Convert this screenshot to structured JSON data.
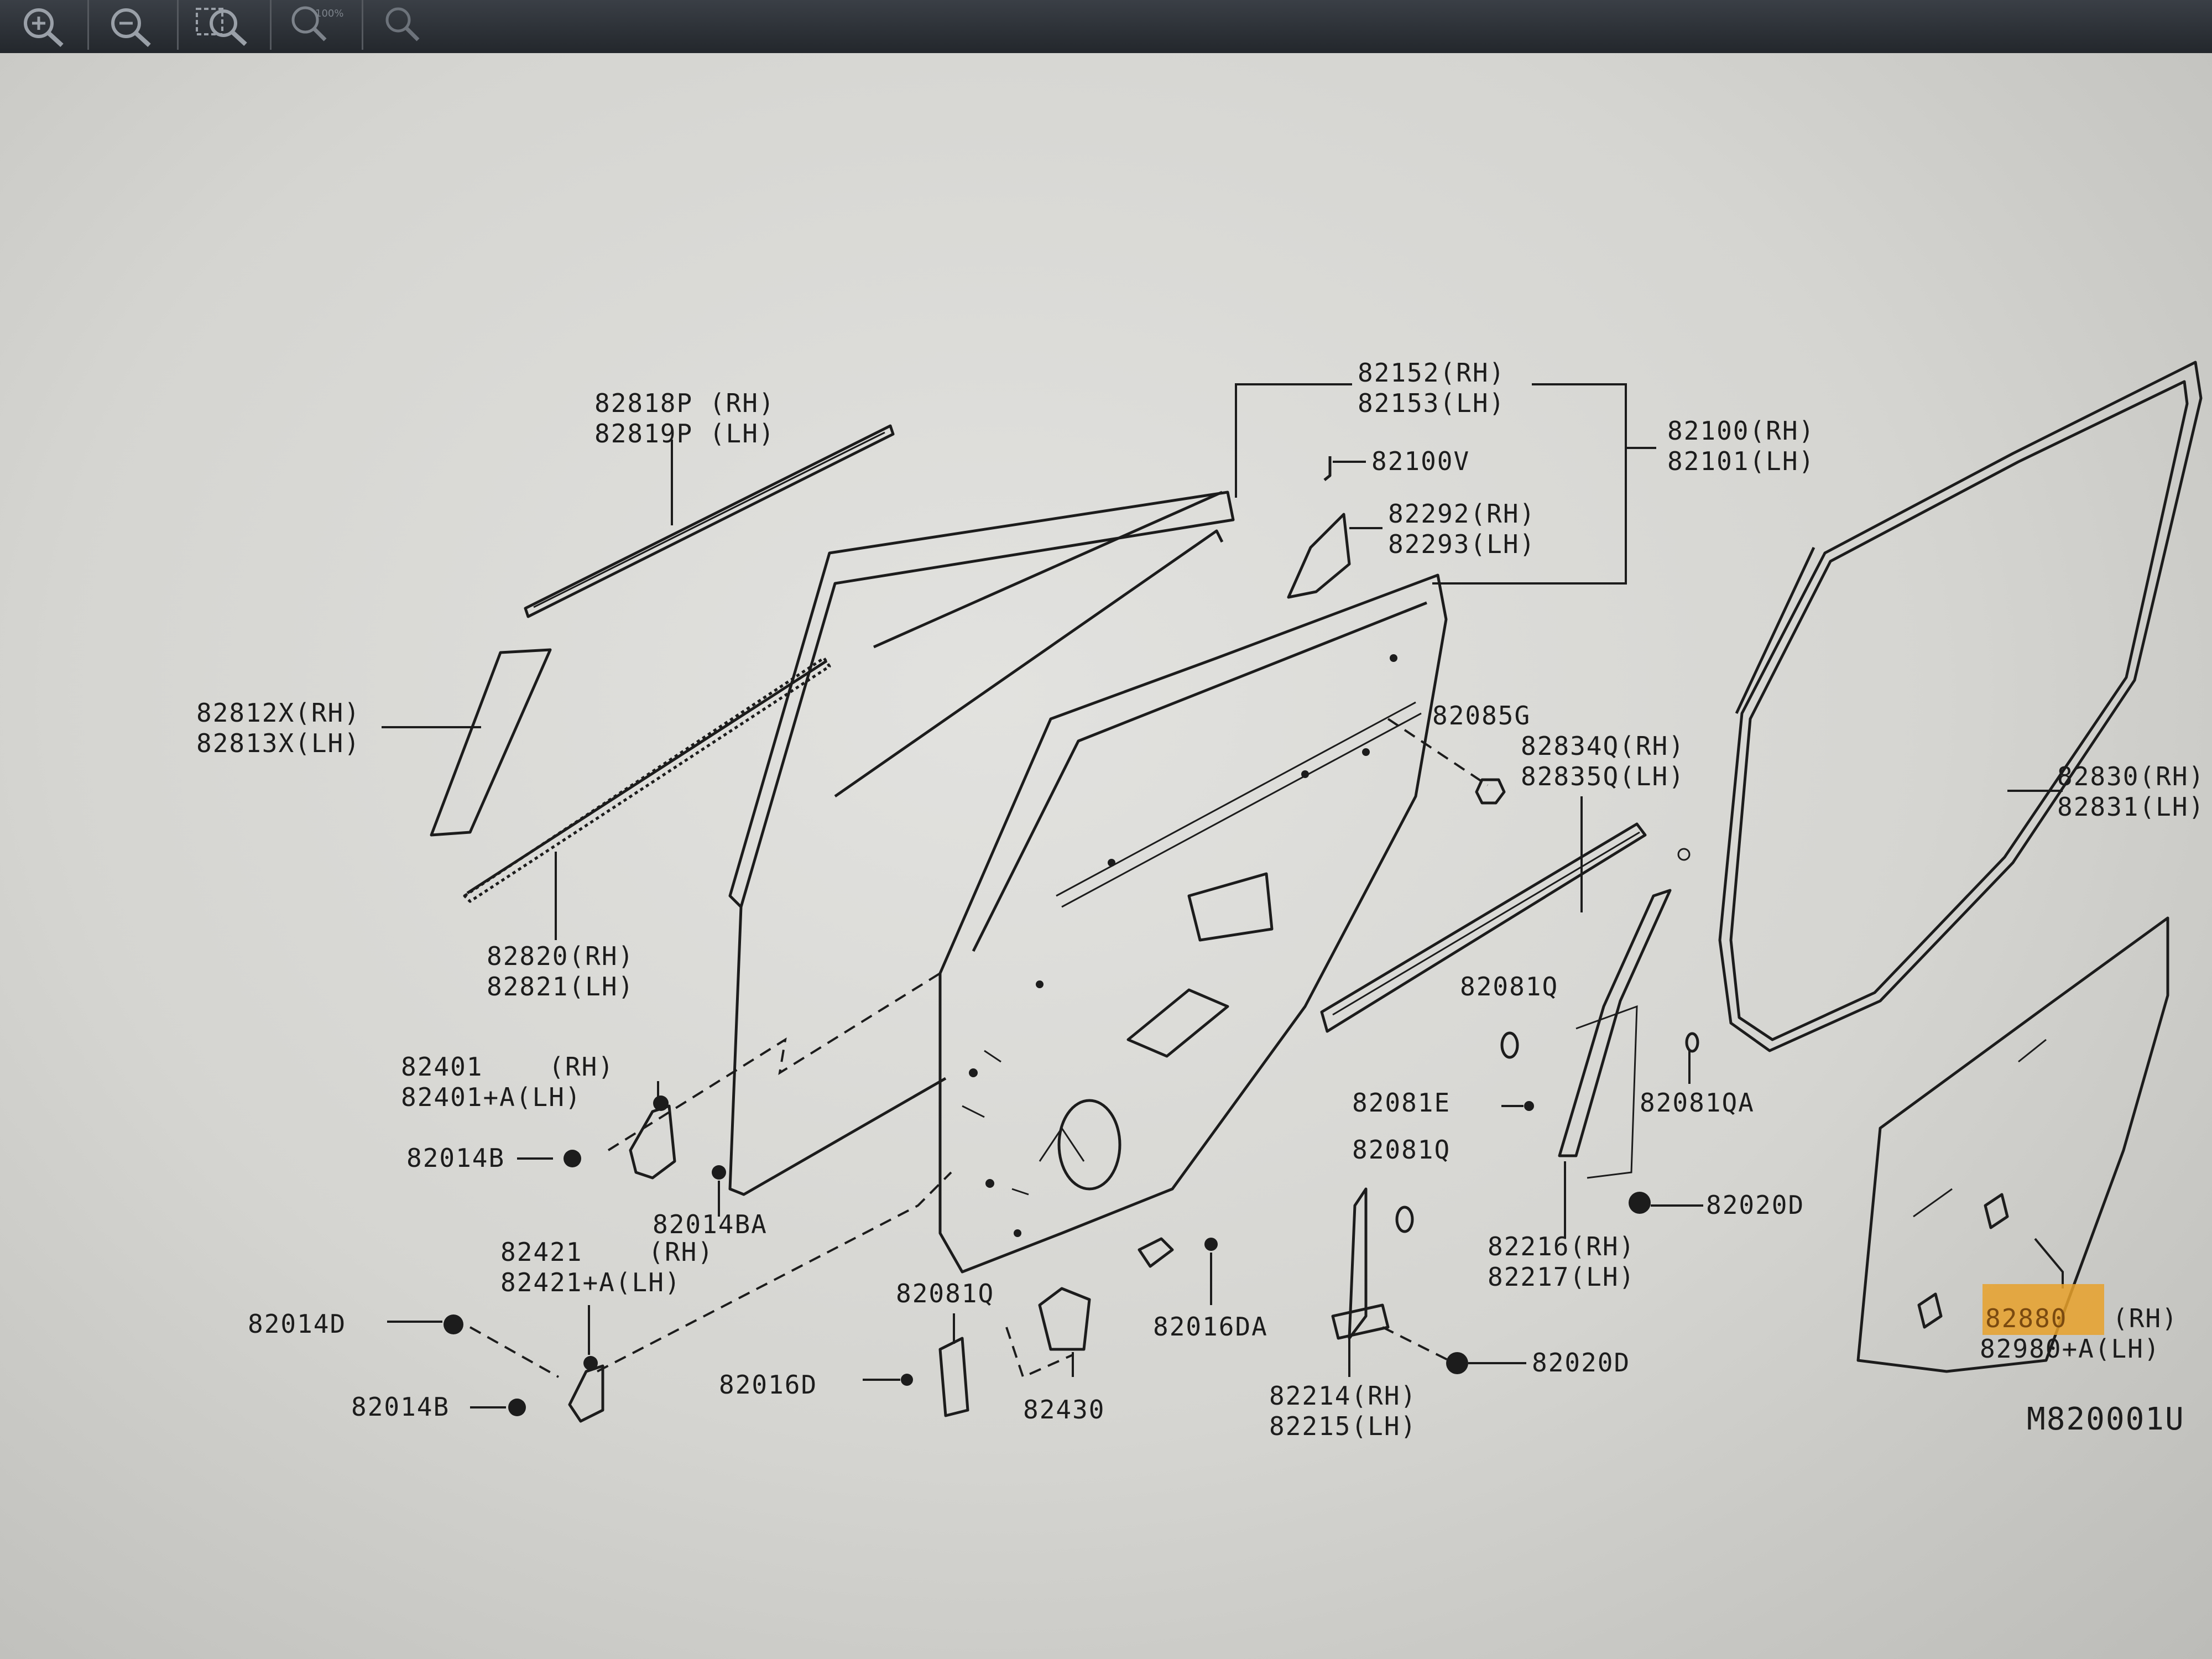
{
  "toolbar": {
    "buttons": [
      {
        "name": "zoom-in-button",
        "icon": "zoom-in-icon"
      },
      {
        "name": "zoom-out-button",
        "icon": "zoom-out-icon"
      },
      {
        "name": "zoom-region-button",
        "icon": "zoom-region-icon"
      },
      {
        "name": "zoom-100-button",
        "icon": "zoom-100-icon",
        "label": "100%"
      },
      {
        "name": "search-button",
        "icon": "search-icon"
      }
    ]
  },
  "diagram": {
    "code": "M820001U",
    "highlight_color": "#e8a12a",
    "labels": {
      "glass_run_front": [
        "82818P (RH)",
        "82819P (LH)"
      ],
      "sash_cover": [
        "82812X(RH)",
        "82813X(LH)"
      ],
      "outside_moulding": [
        "82820(RH)",
        "82821(LH)"
      ],
      "door_panel": [
        "82152(RH)",
        "82153(LH)"
      ],
      "door_assy": [
        "82100(RH)",
        "82101(LH)"
      ],
      "bolt_82100v": "82100V",
      "corner_piece": [
        "82292(RH)",
        "82293(LH)"
      ],
      "grommet_82085g": "82085G",
      "inner_seal": [
        "82834Q(RH)",
        "82835Q(LH)"
      ],
      "weatherstrip": [
        "82830(RH)",
        "82831(LH)"
      ],
      "hinge_upper": [
        "82401    (RH)",
        "82401+A(LH)"
      ],
      "bolt_82014b_a": "82014B",
      "bolt_82014ba": "82014BA",
      "hinge_lower": [
        "82421    (RH)",
        "82421+A(LH)"
      ],
      "bolt_82014d": "82014D",
      "bolt_82014b_b": "82014B",
      "plug_82081q_a": "82081Q",
      "plug_82081q_b": "82081Q",
      "plug_82081q_c": "82081Q",
      "clip_82081e": "82081E",
      "plug_82081qa": "82081QA",
      "nut_82020d_a": "82020D",
      "nut_82020d_b": "82020D",
      "rear_sash": [
        "82216(RH)",
        "82217(LH)"
      ],
      "regulator": [
        "82214(RH)",
        "82215(LH)"
      ],
      "screw_82016d": "82016D",
      "screw_82016da": "82016DA",
      "check_link": "82430",
      "sealing_screen_rh_code": "82880",
      "sealing_screen_rh_side": "(RH)",
      "sealing_screen_lh": "82980+A(LH)"
    }
  }
}
